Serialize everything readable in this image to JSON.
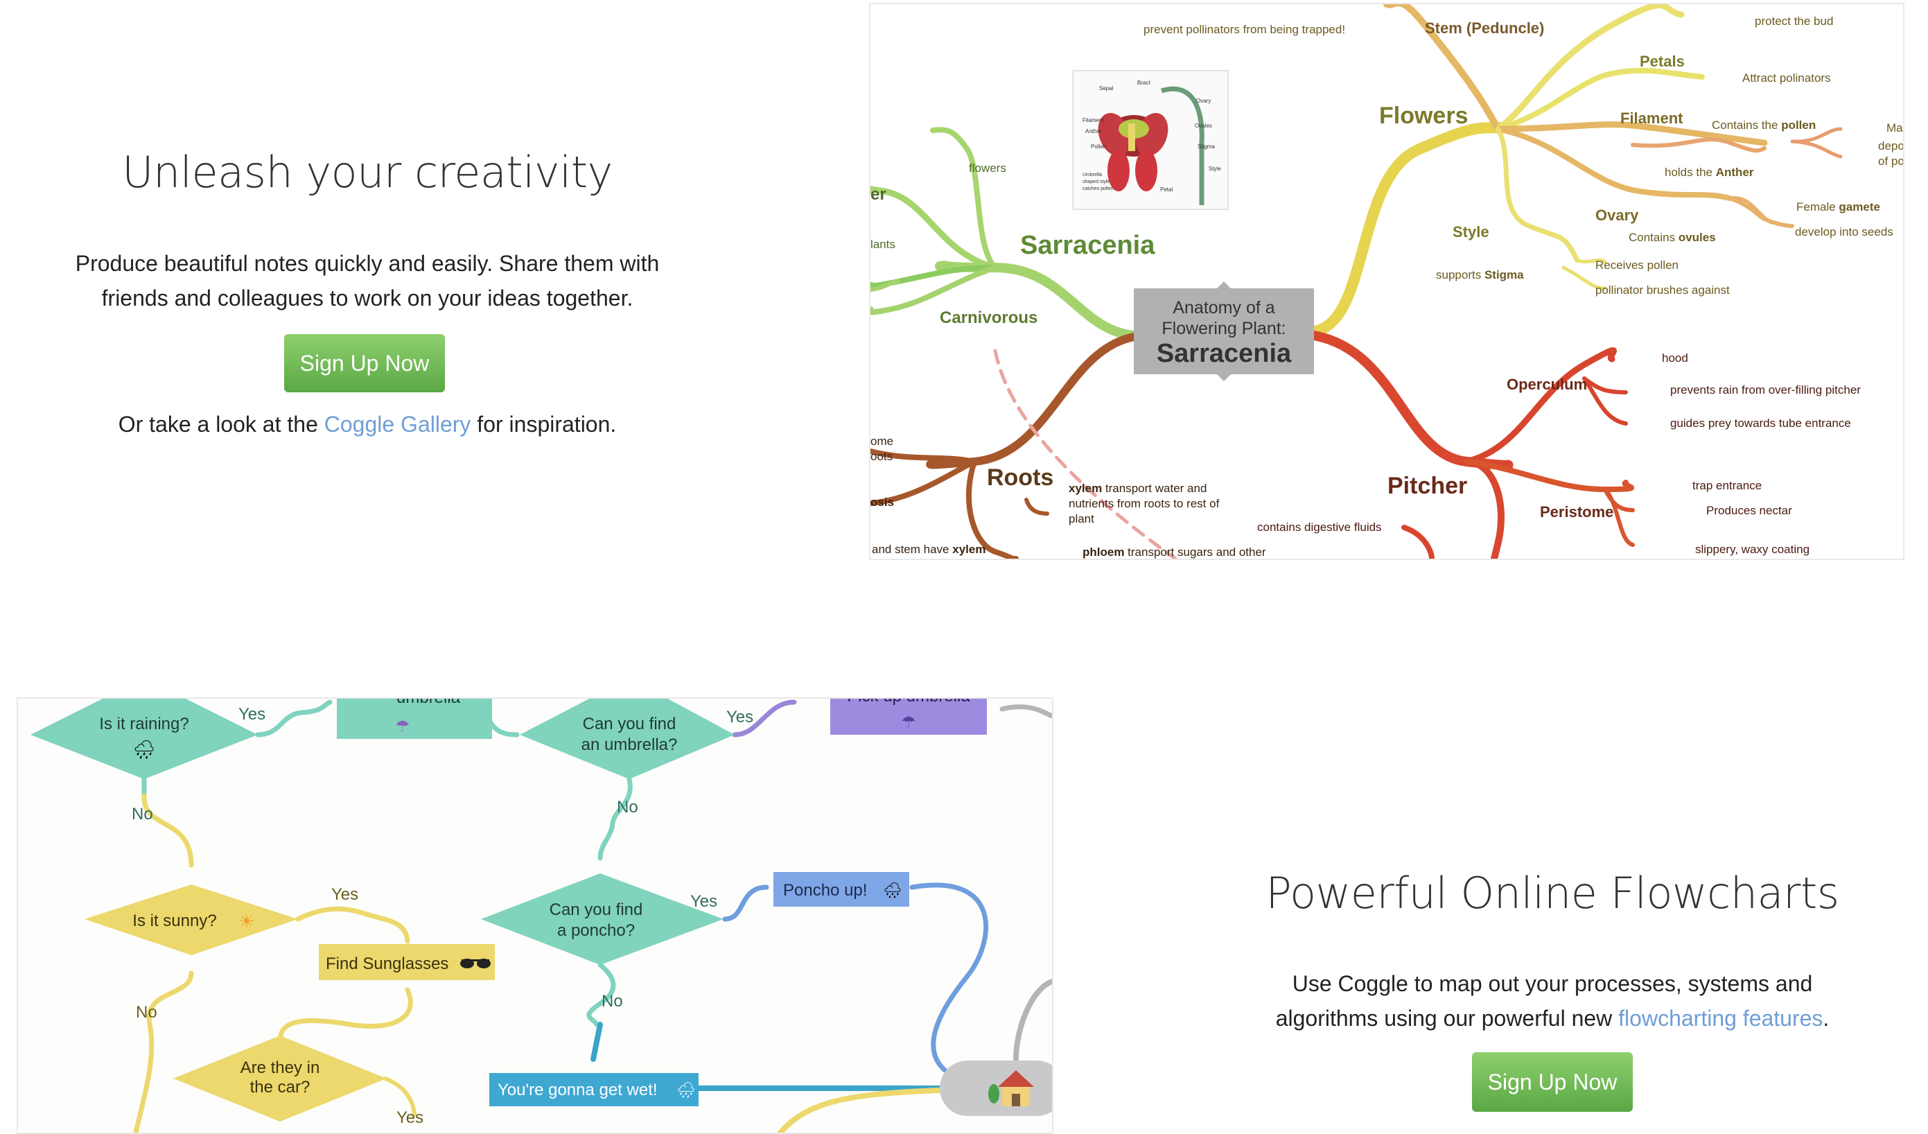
{
  "section1": {
    "heading": "Unleash your creativity",
    "para_line1": "Produce beautiful notes quickly and easily. Share them with",
    "para_line2": "friends and colleagues to work on your ideas together.",
    "signup_label": "Sign Up Now",
    "gallery_prefix": "Or take a look at the ",
    "gallery_link": "Coggle Gallery",
    "gallery_suffix": " for inspiration."
  },
  "mindmap": {
    "central_line1": "Anatomy of a",
    "central_line2": "Flowering Plant:",
    "central_title": "Sarracenia",
    "branches": {
      "flowers": "Flowers",
      "sarracenia": "Sarracenia",
      "carnivorous": "Carnivorous",
      "roots": "Roots",
      "pitcher": "Pitcher",
      "stem": "Stem (Peduncle)",
      "petals": "Petals",
      "filament": "Filament",
      "style": "Style",
      "ovary": "Ovary",
      "operculum": "Operculum",
      "peristome": "Peristome"
    },
    "notes": {
      "prevent_trapped": "prevent pollinators from being trapped!",
      "protect_bud": "protect the bud",
      "attract": "Attract polinators",
      "contains_the": "Contains the ",
      "pollen": "pollen",
      "ma": "Ma",
      "depo": "depo",
      "of_po": "of po",
      "holds_the": "holds the ",
      "anther": "Anther",
      "female": "Female ",
      "gamete": "gamete",
      "develop": "develop into seeds",
      "contains": "Contains ",
      "ovules": "ovules",
      "supports": "supports ",
      "stigma": "Stigma",
      "receives": "Receives pollen",
      "brushes": "pollinator brushes against",
      "flowers_small": "flowers",
      "er": "er",
      "lants": "lants",
      "ome": "ome",
      "oots": "oots",
      "osis": "osis",
      "and_stem": "and stem have ",
      "xylem_b": "xylem",
      "xylem": "xylem",
      "xylem_note1": " transport water and",
      "xylem_note2": "nutrients from roots to rest of",
      "xylem_note3": "plant",
      "phloem": "phloem",
      "phloem_note": " transport sugars and other",
      "digestive": "contains digestive fluids",
      "hood": "hood",
      "prevents_rain": "prevents rain from over-filling pitcher",
      "guides": "guides prey towards tube entrance",
      "trap": "trap entrance",
      "nectar": "Produces nectar",
      "slippery": "slippery, waxy coating"
    },
    "diagram_labels": {
      "sepal": "Sepal",
      "bract": "Bract",
      "ovary": "Ovary",
      "filament": "Filament",
      "ovules": "Ovules",
      "anther": "Anther",
      "stigma": "Stigma",
      "pollen": "Pollen",
      "style": "Style",
      "umbrella1": "Umbrella",
      "umbrella2": "shaped style",
      "umbrella3": "catches pollen",
      "petal": "Petal"
    }
  },
  "flowchart": {
    "nodes": {
      "raining": "Is it raining?",
      "umbrella_top": "umbrella",
      "find_umbrella1": "Can you find",
      "find_umbrella2": "an umbrella?",
      "pick_up": "Pick up umbrella",
      "sunny": "Is it sunny?",
      "sunglasses": "Find Sunglasses",
      "find_poncho1": "Can you find",
      "find_poncho2": "a poncho?",
      "poncho_up": "Poncho up!",
      "in_car1": "Are they in",
      "in_car2": "the car?",
      "wet": "You're gonna get wet!"
    },
    "edges": {
      "yes1": "Yes",
      "yes2": "Yes",
      "no1": "No",
      "no2": "No",
      "yes3": "Yes",
      "yes4": "Yes",
      "no3": "No",
      "no4": "No",
      "yes5": "Yes"
    }
  },
  "section2": {
    "heading": "Powerful Online Flowcharts",
    "para_line1": "Use Coggle to map out your processes, systems and",
    "para_prefix2": "algorithms using our powerful new ",
    "features_link": "flowcharting features",
    "para_suffix2": ".",
    "signup_label": "Sign Up Now"
  }
}
